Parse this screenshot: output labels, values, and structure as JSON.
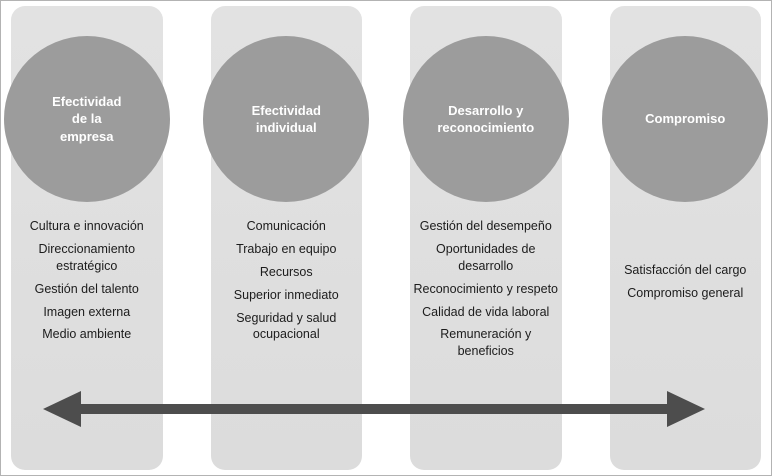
{
  "diagram": {
    "columns": [
      {
        "title": "Efectividad\nde la\nempresa",
        "items": [
          "Cultura e innovación",
          "Direccionamiento\nestratégico",
          "Gestión del talento",
          "Imagen externa",
          "Medio ambiente"
        ]
      },
      {
        "title": "Efectividad\nindividual",
        "items": [
          "Comunicación",
          "Trabajo en equipo",
          "Recursos",
          "Superior inmediato",
          "Seguridad y salud\nocupacional"
        ]
      },
      {
        "title": "Desarrollo y\nreconocimiento",
        "items": [
          "Gestión del desempeño",
          "Oportunidades de\ndesarrollo",
          "Reconocimiento y respeto",
          "Calidad de vida laboral",
          "Remuneración y\nbeneficios"
        ]
      },
      {
        "title": "Compromiso",
        "items": [
          "Satisfacción del cargo",
          "Compromiso general"
        ]
      }
    ],
    "arrow": {
      "direction": "bidirectional"
    },
    "colors": {
      "column_bg": "#dcdcdc",
      "circle_bg": "#9c9c9c",
      "circle_text": "#ffffff",
      "item_text": "#1c1c1c",
      "arrow": "#4d4d4d"
    }
  }
}
